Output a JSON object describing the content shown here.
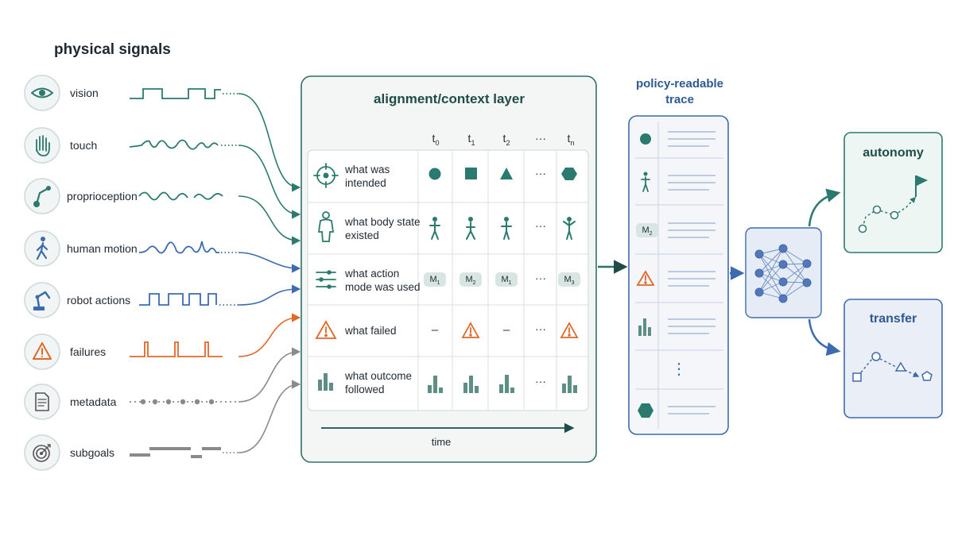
{
  "signals": {
    "title": "physical signals",
    "items": [
      {
        "id": "vision",
        "label": "vision",
        "icon": "eye-icon"
      },
      {
        "id": "touch",
        "label": "touch",
        "icon": "hand-icon"
      },
      {
        "id": "proprioception",
        "label": "proprioception",
        "icon": "robot-arm-joint-icon"
      },
      {
        "id": "human-motion",
        "label": "human motion",
        "icon": "walking-person-icon"
      },
      {
        "id": "robot-actions",
        "label": "robot actions",
        "icon": "robot-arm-icon"
      },
      {
        "id": "failures",
        "label": "failures",
        "icon": "warning-icon"
      },
      {
        "id": "metadata",
        "label": "metadata",
        "icon": "document-icon"
      },
      {
        "id": "subgoals",
        "label": "subgoals",
        "icon": "target-icon"
      }
    ]
  },
  "layer": {
    "title": "alignment/context layer",
    "time_label": "time",
    "columns": [
      {
        "base": "t",
        "sub": "0"
      },
      {
        "base": "t",
        "sub": "1"
      },
      {
        "base": "t",
        "sub": "2"
      },
      {
        "base": "···",
        "sub": ""
      },
      {
        "base": "t",
        "sub": "n"
      }
    ],
    "rows": [
      {
        "label": "what was intended",
        "icon": "crosshair-icon"
      },
      {
        "label": "what body state existed",
        "icon": "body-icon"
      },
      {
        "label": "what action mode was used",
        "icon": "sliders-icon"
      },
      {
        "label": "what failed",
        "icon": "warning-icon"
      },
      {
        "label": "what outcome followed",
        "icon": "bar-chart-icon"
      }
    ],
    "mode_cells": [
      {
        "base": "M",
        "sub": "1"
      },
      {
        "base": "M",
        "sub": "2"
      },
      {
        "base": "M",
        "sub": "1"
      },
      {
        "base": "M",
        "sub": "3"
      }
    ],
    "failed_cells": [
      "–",
      "–"
    ],
    "ellipsis": "···"
  },
  "trace": {
    "title": "policy-readable trace",
    "badge": {
      "base": "M",
      "sub": "2"
    },
    "vertical_ellipsis": "⋮"
  },
  "outcomes": {
    "autonomy": "autonomy",
    "transfer": "transfer"
  },
  "colors": {
    "teal": "#2b7a6f",
    "teal_dark": "#1e4d47",
    "blue": "#3d6bb0",
    "orange": "#e0682a",
    "gray": "#8a8a8a"
  }
}
